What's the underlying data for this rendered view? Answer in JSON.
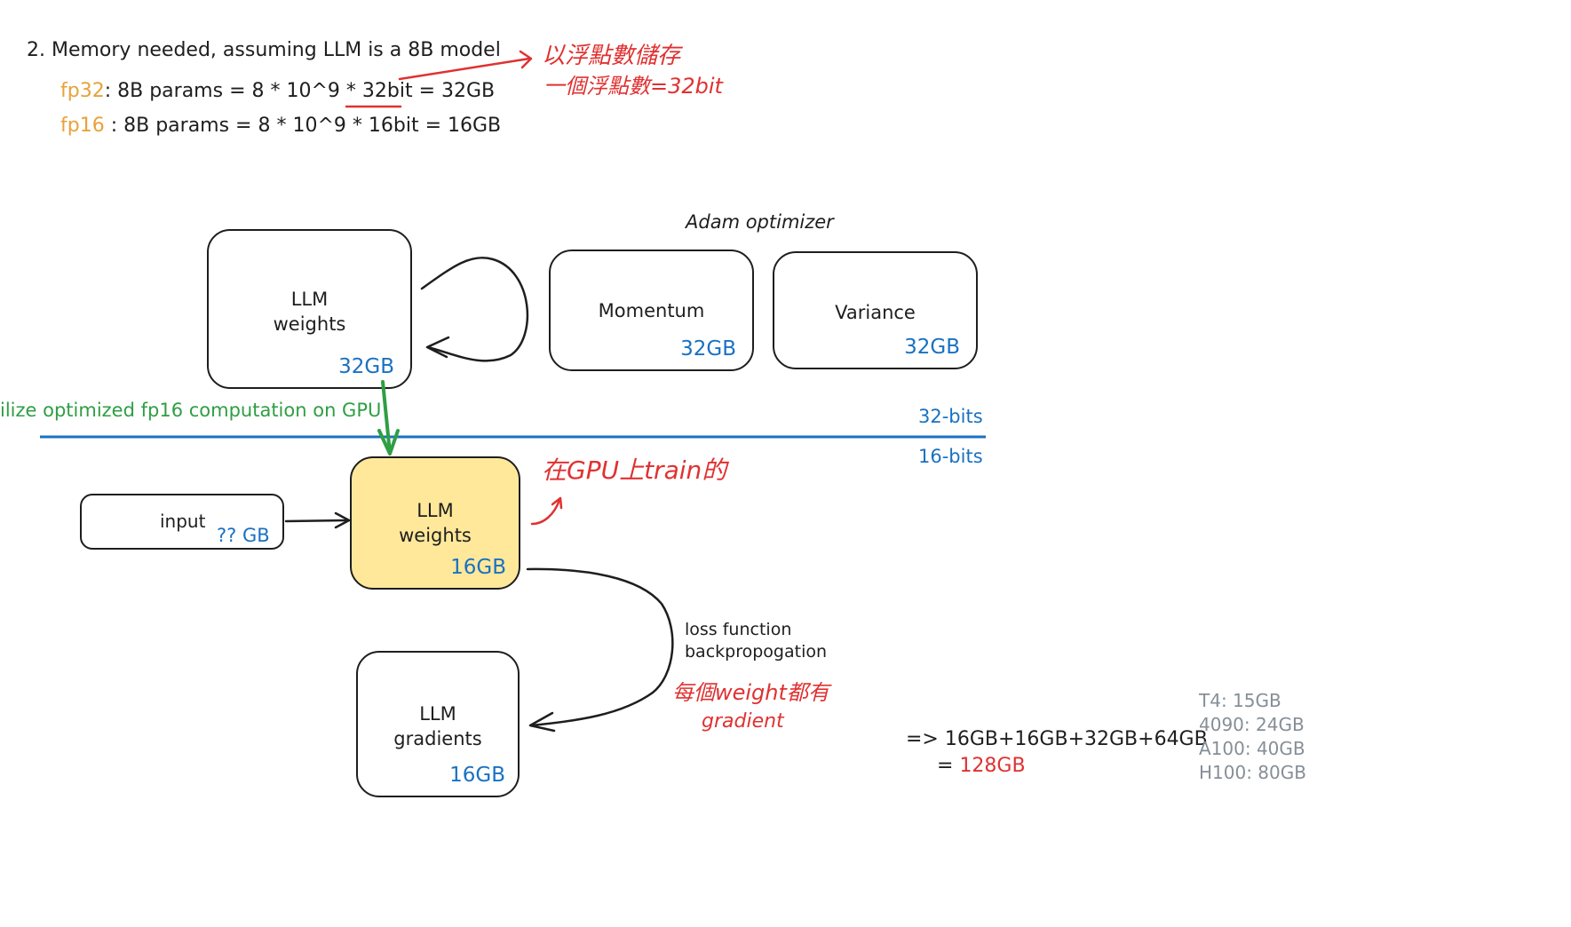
{
  "header": {
    "title": "2. Memory needed, assuming LLM is a 8B model",
    "fp32_label": "fp32",
    "fp32_eq_a": ": 8B params = 8 * 10^9 * ",
    "fp32_underlined": "32bit",
    "fp32_eq_b": " = 32GB",
    "fp16_label": "fp16",
    "fp16_eq": " : 8B params = 8 * 10^9 * 16bit = 16GB"
  },
  "annotations": {
    "float_storage_line1": "以浮點數儲存",
    "float_storage_line2": "一個浮點數=32bit",
    "train_on_gpu": "在GPU上train的",
    "every_weight_line1": "每個weight都有",
    "every_weight_line2": "gradient",
    "fp16_compute": "ilize optimized fp16 computation on GPU",
    "loss_line1": "loss function",
    "loss_line2": "backpropogation",
    "adam_title": "Adam optimizer"
  },
  "divider": {
    "upper_label": "32-bits",
    "lower_label": "16-bits"
  },
  "boxes": {
    "llm_weights_fp32": {
      "line1": "LLM",
      "line2": "weights",
      "size": "32GB"
    },
    "momentum": {
      "label": "Momentum",
      "size": "32GB"
    },
    "variance": {
      "label": "Variance",
      "size": "32GB"
    },
    "input": {
      "label": "input",
      "size": "?? GB"
    },
    "llm_weights_fp16": {
      "line1": "LLM",
      "line2": "weights",
      "size": "16GB"
    },
    "llm_gradients": {
      "line1": "LLM",
      "line2": "gradients",
      "size": "16GB"
    }
  },
  "total": {
    "sum": "=> 16GB+16GB+32GB+64GB",
    "equals": "= ",
    "result": "128GB"
  },
  "gpus": [
    {
      "label": "T4: 15GB"
    },
    {
      "label": "4090: 24GB"
    },
    {
      "label": "A100: 40GB"
    },
    {
      "label": "H100: 80GB"
    }
  ],
  "colors": {
    "accent_blue": "#1971c2",
    "accent_red": "#e03131",
    "accent_green": "#2f9e44",
    "accent_orange": "#e8a23a",
    "highlight_yellow": "#ffe89a",
    "muted_gray": "#868e96"
  }
}
